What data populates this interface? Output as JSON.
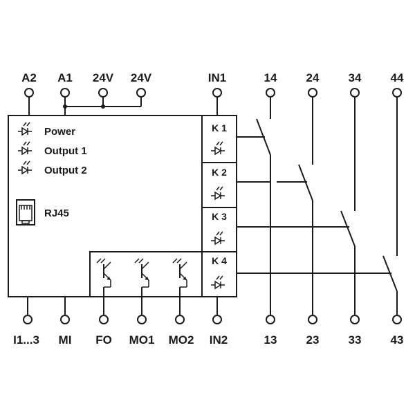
{
  "terminals": {
    "top": [
      "A2",
      "A1",
      "24V",
      "24V",
      "IN1",
      "14",
      "24",
      "34",
      "44"
    ],
    "bottom": [
      "I1...3",
      "MI",
      "FO",
      "MO1",
      "MO2",
      "IN2",
      "13",
      "23",
      "33",
      "43"
    ]
  },
  "leds": [
    "Power",
    "Output 1",
    "Output 2"
  ],
  "port_label": "RJ45",
  "relays": [
    "K 1",
    "K 2",
    "K 3",
    "K 4"
  ],
  "colors": {
    "ink": "#1a1a1a",
    "background": "#ffffff"
  },
  "icons": [
    "led-icon",
    "rj45-port-icon",
    "transistor-icon",
    "relay-coil-led-icon",
    "contact-switch-icon"
  ]
}
